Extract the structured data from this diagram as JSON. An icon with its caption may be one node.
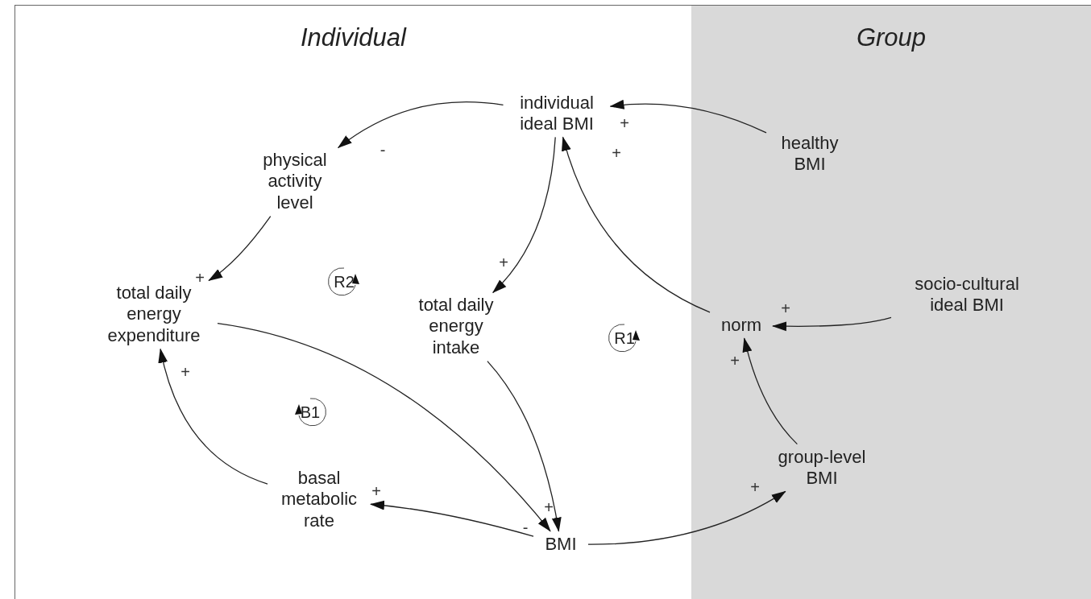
{
  "diagram": {
    "nodes": [
      {
        "text": [
          "Individual"
        ]
      },
      {
        "text": [
          "Group"
        ]
      },
      {
        "text": [
          "individual ideal BMI"
        ],
        "in": 0
      },
      {
        "text": [
          "physical activity level"
        ],
        "in": 0
      },
      {
        "text": [
          "healthy BMI"
        ],
        "in": 1
      },
      {
        "text": [
          "total daily energy expenditure"
        ],
        "in": 0
      },
      {
        "text": [
          "total daily energy intake"
        ],
        "in": 0
      },
      {
        "text": [
          "socio-cultural ideal BMI"
        ],
        "in": 1
      },
      {
        "text": [
          "norm"
        ],
        "in": 1
      },
      {
        "text": [
          "basal metabolic rate"
        ],
        "in": 0
      },
      {
        "text": [
          "group-level BMI"
        ],
        "in": 1
      },
      {
        "text": [
          "BMI"
        ],
        "in": 0
      }
    ],
    "edges": [
      {
        "from": 2,
        "to": 3,
        "arrow": "to",
        "label": "-"
      },
      {
        "from": 4,
        "to": 2,
        "arrow": "to",
        "label": "+"
      },
      {
        "from": 8,
        "to": 2,
        "arrow": "to",
        "label": "+"
      },
      {
        "from": 2,
        "to": 6,
        "arrow": "to",
        "label": "+"
      },
      {
        "from": 3,
        "to": 5,
        "arrow": "to",
        "label": "+"
      },
      {
        "from": 9,
        "to": 5,
        "arrow": "to",
        "label": "+"
      },
      {
        "from": 5,
        "to": 11,
        "arrow": "to",
        "label": "-"
      },
      {
        "from": 6,
        "to": 11,
        "arrow": "to",
        "label": "+"
      },
      {
        "from": 11,
        "to": 9,
        "arrow": "to",
        "label": "+"
      },
      {
        "from": 11,
        "to": 10,
        "arrow": "to",
        "label": "+"
      },
      {
        "from": 10,
        "to": 8,
        "arrow": "to",
        "label": "+"
      },
      {
        "from": 7,
        "to": 8,
        "arrow": "to",
        "label": "+"
      }
    ],
    "labels": [
      "R2",
      "R1",
      "B1"
    ]
  }
}
